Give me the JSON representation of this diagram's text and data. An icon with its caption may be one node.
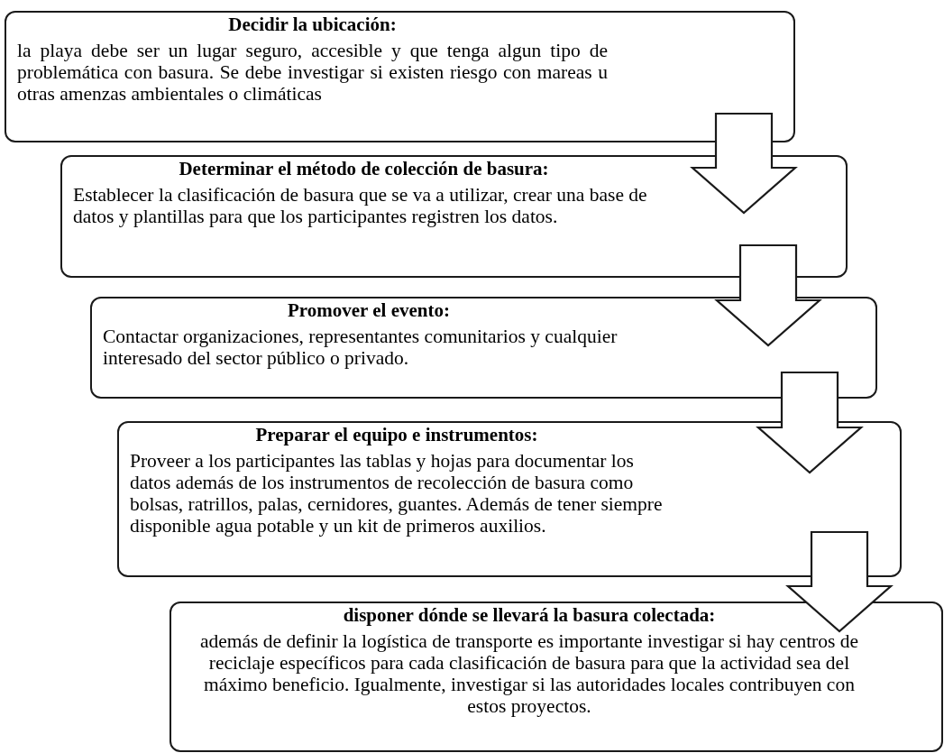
{
  "diagram": {
    "nodes": [
      {
        "text": [
          "Decidir la ubicación:",
          "la playa debe ser un lugar seguro, accesible y que tenga algun tipo de problemática con basura. Se debe investigar si existen riesgo con mareas u otras amenzas ambientales o climáticas"
        ]
      },
      {
        "text": [
          "Determinar el método de colección de basura:",
          "Establecer la clasificación de basura que se va a utilizar, crear una base de datos y plantillas para que los participantes registren los datos."
        ]
      },
      {
        "text": [
          "**Promover el evento**:",
          "Contactar organizaciones, representantes comunitarios y cualquier interesado del sector público o privado."
        ]
      },
      {
        "text": [
          "Preparar el equipo e instrumentos:",
          "Proveer a los participantes las tablas y hojas para documentar los datos además de los instrumentos de recolección de basura como bolsas, ratrillos, palas, cernidores, guantes. Además de tener siempre disponible agua potable y un kit de primeros auxilios."
        ]
      },
      {
        "text": [
          "**disponer dónde se llevará la basura colectada**:",
          "además de definir la logística de transporte es importante investigar si hay centros de reciclaje específicos para cada clasificación de basura para que la actividad sea del máximo beneficio. Igualmente, investigar si las autoridades locales contribuyen con estos proyectos."
        ]
      }
    ],
    "edges": [
      {
        "from": 0,
        "to": 1,
        "arrow": "to"
      },
      {
        "from": 1,
        "to": 2,
        "arrow": "to"
      },
      {
        "from": 2,
        "to": 3,
        "arrow": "to"
      },
      {
        "from": 3,
        "to": 4,
        "arrow": "to"
      }
    ]
  }
}
